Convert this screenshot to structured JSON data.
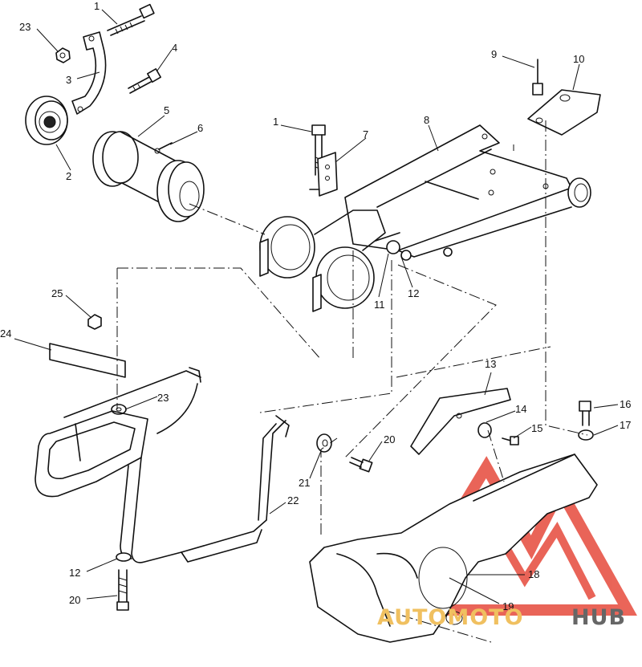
{
  "diagram": {
    "callouts": [
      {
        "id": "c1a",
        "text": "1"
      },
      {
        "id": "c23a",
        "text": "23"
      },
      {
        "id": "c3",
        "text": "3"
      },
      {
        "id": "c4",
        "text": "4"
      },
      {
        "id": "c5",
        "text": "5"
      },
      {
        "id": "c6",
        "text": "6"
      },
      {
        "id": "c2",
        "text": "2"
      },
      {
        "id": "c1b",
        "text": "1"
      },
      {
        "id": "c7",
        "text": "7"
      },
      {
        "id": "c8",
        "text": "8"
      },
      {
        "id": "c9",
        "text": "9"
      },
      {
        "id": "c10",
        "text": "10"
      },
      {
        "id": "c11",
        "text": "11"
      },
      {
        "id": "c12a",
        "text": "12"
      },
      {
        "id": "c25",
        "text": "25"
      },
      {
        "id": "c24",
        "text": "24"
      },
      {
        "id": "c23b",
        "text": "23"
      },
      {
        "id": "c13",
        "text": "13"
      },
      {
        "id": "c14",
        "text": "14"
      },
      {
        "id": "c15",
        "text": "15"
      },
      {
        "id": "c16",
        "text": "16"
      },
      {
        "id": "c17",
        "text": "17"
      },
      {
        "id": "c20a",
        "text": "20"
      },
      {
        "id": "c21",
        "text": "21"
      },
      {
        "id": "c22",
        "text": "22"
      },
      {
        "id": "c12b",
        "text": "12"
      },
      {
        "id": "c20b",
        "text": "20"
      },
      {
        "id": "c18",
        "text": "18"
      },
      {
        "id": "c19",
        "text": "19"
      }
    ]
  },
  "watermark": {
    "text_a": "AUTOMOTO",
    "text_b": "HUB",
    "color_a": "#f0c060",
    "color_b": "#666666",
    "logo_color": "#e64a3c"
  }
}
